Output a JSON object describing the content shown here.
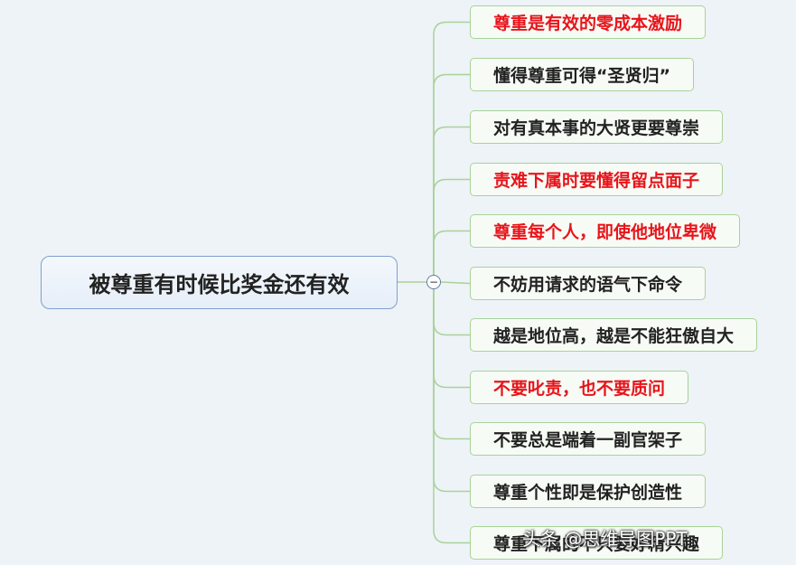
{
  "root": {
    "label": "被尊重有时候比奖金还有效",
    "collapse_symbol": "−"
  },
  "colors": {
    "highlight": "#e8141b",
    "normal": "#222222",
    "connector": "#a9d29a"
  },
  "topics": [
    {
      "label": "尊重是有效的零成本激励",
      "highlight": true
    },
    {
      "label": "懂得尊重可得“圣贤归”",
      "highlight": false
    },
    {
      "label": "对有真本事的大贤更要尊崇",
      "highlight": false
    },
    {
      "label": "责难下属时要懂得留点面子",
      "highlight": true
    },
    {
      "label": "尊重每个人，即使他地位卑微",
      "highlight": true
    },
    {
      "label": "不妨用请求的语气下命令",
      "highlight": false
    },
    {
      "label": "越是地位高，越是不能狂傲自大",
      "highlight": false
    },
    {
      "label": "不要叱责，也不要质问",
      "highlight": true
    },
    {
      "label": "不要总是端着一副官架子",
      "highlight": false
    },
    {
      "label": "尊重个性即是保护创造性",
      "highlight": false
    },
    {
      "label": "尊重下属的不只要好精兴趣",
      "highlight": false
    }
  ],
  "watermark": "头条 @思维导图PPT"
}
